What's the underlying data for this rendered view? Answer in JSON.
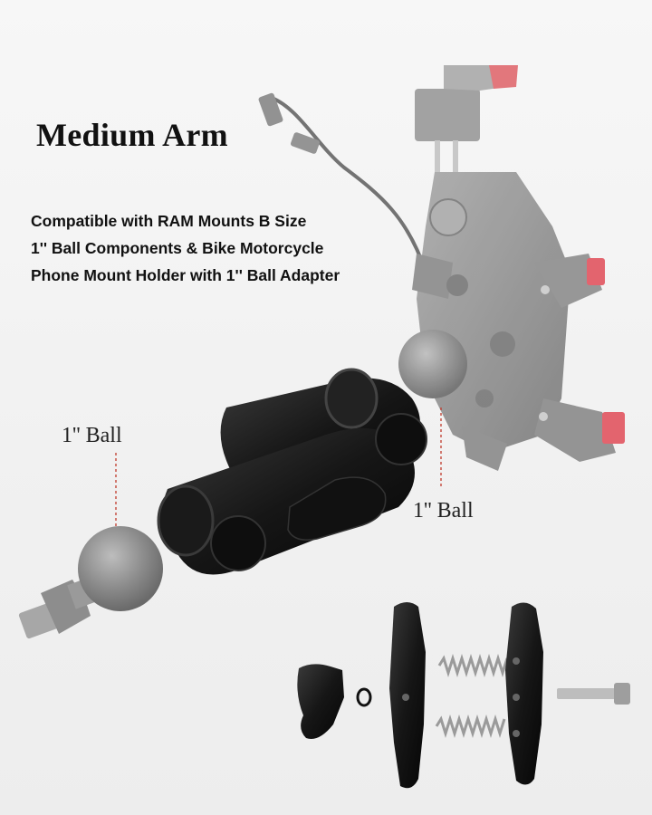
{
  "title": "Medium Arm",
  "description": {
    "lines": [
      "Compatible with RAM Mounts B Size",
      "1'' Ball Components & Bike Motorcycle",
      "Phone Mount Holder with 1'' Ball Adapter"
    ]
  },
  "labels": {
    "ball_left": "1'' Ball",
    "ball_right": "1'' Ball"
  },
  "colors": {
    "arm_black": "#141414",
    "holder_gray": "#8d8d8d",
    "accent_red": "#e0404a",
    "ball_gray": "#909090"
  }
}
